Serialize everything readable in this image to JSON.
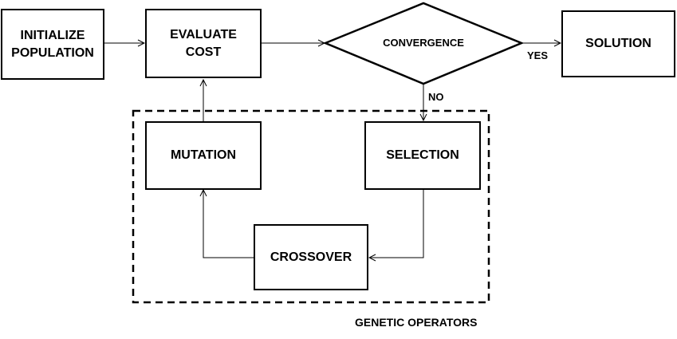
{
  "diagram": {
    "nodes": {
      "initialize": "INITIALIZE\nPOPULATION",
      "evaluate": "EVALUATE\nCOST",
      "convergence": "CONVERGENCE",
      "solution": "SOLUTION",
      "mutation": "MUTATION",
      "selection": "SELECTION",
      "crossover": "CROSSOVER"
    },
    "edge_labels": {
      "yes": "YES",
      "no": "NO"
    },
    "group_label": "GENETIC OPERATORS"
  }
}
